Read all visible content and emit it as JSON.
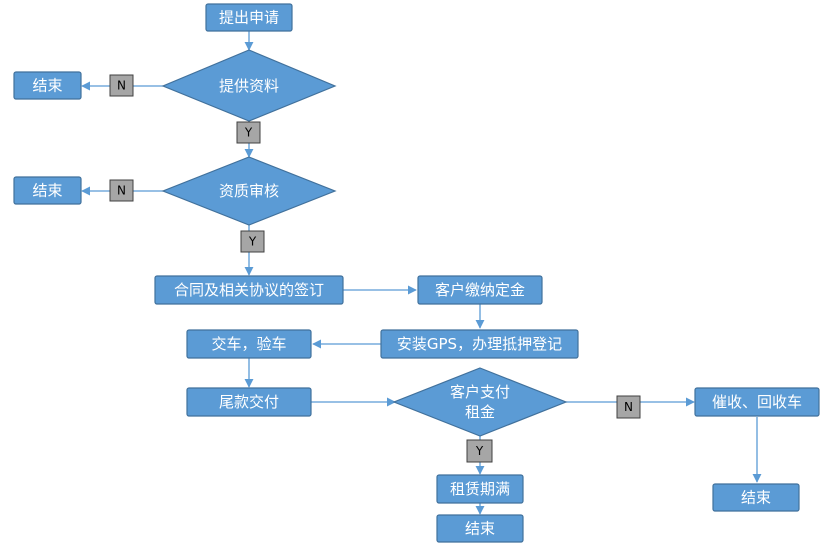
{
  "nodes": {
    "apply": "提出申请",
    "provide": "提供资料",
    "end1": "结束",
    "review": "资质审核",
    "end2": "结束",
    "contract": "合同及相关协议的签订",
    "deposit": "客户缴纳定金",
    "gps_line1": "安装GPS，",
    "gps_line2": "办理抵押登记",
    "delivery": "交车，验车",
    "final_pay": "尾款交付",
    "pay_rent_line1": "客户支付",
    "pay_rent_line2": "租金",
    "collect": "催收、回收车",
    "end3": "结束",
    "lease_end": "租赁期满",
    "end4": "结束"
  },
  "tags": {
    "no1": "N",
    "yes1": "Y",
    "no2": "N",
    "yes2": "Y",
    "no3": "N",
    "yes3": "Y"
  },
  "colors": {
    "node_fill": "#5b9bd5",
    "node_border": "#41719c",
    "tag_fill": "#a6a6a6",
    "arrow": "#5b9bd5"
  }
}
